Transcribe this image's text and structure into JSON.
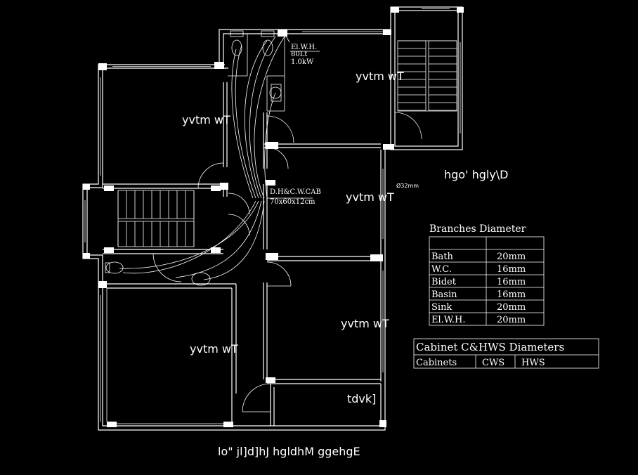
{
  "room_labels": {
    "top_center": "yvtm wT",
    "top_left": "yvtm wT",
    "middle": "yvtm wT",
    "lower_right": "yvtm wT",
    "lower_left": "yvtm wT",
    "balcony": "tdvk]"
  },
  "stair_note": "hgo' hgly\\D",
  "footer_title": "lo\" jl]d]hJ hgldhM ggehgE",
  "heater_note": [
    "El.W.H.",
    "80Lt",
    "1.0kW"
  ],
  "cabinet_note": [
    "D.H&C.W.CAB",
    "70x60x12cm"
  ],
  "pipe_size": "Ø32mm",
  "branches_table": {
    "title": "Branches Diameter",
    "rows": [
      [
        "Bath",
        "20mm"
      ],
      [
        "W.C.",
        "16mm"
      ],
      [
        "Bidet",
        "16mm"
      ],
      [
        "Basin",
        "16mm"
      ],
      [
        "Sink",
        "20mm"
      ],
      [
        "El.W.H.",
        "20mm"
      ]
    ]
  },
  "cabinet_table": {
    "title": "Cabinet C&HWS Diameters",
    "headers": [
      "Cabinets",
      "CWS",
      "HWS"
    ]
  }
}
